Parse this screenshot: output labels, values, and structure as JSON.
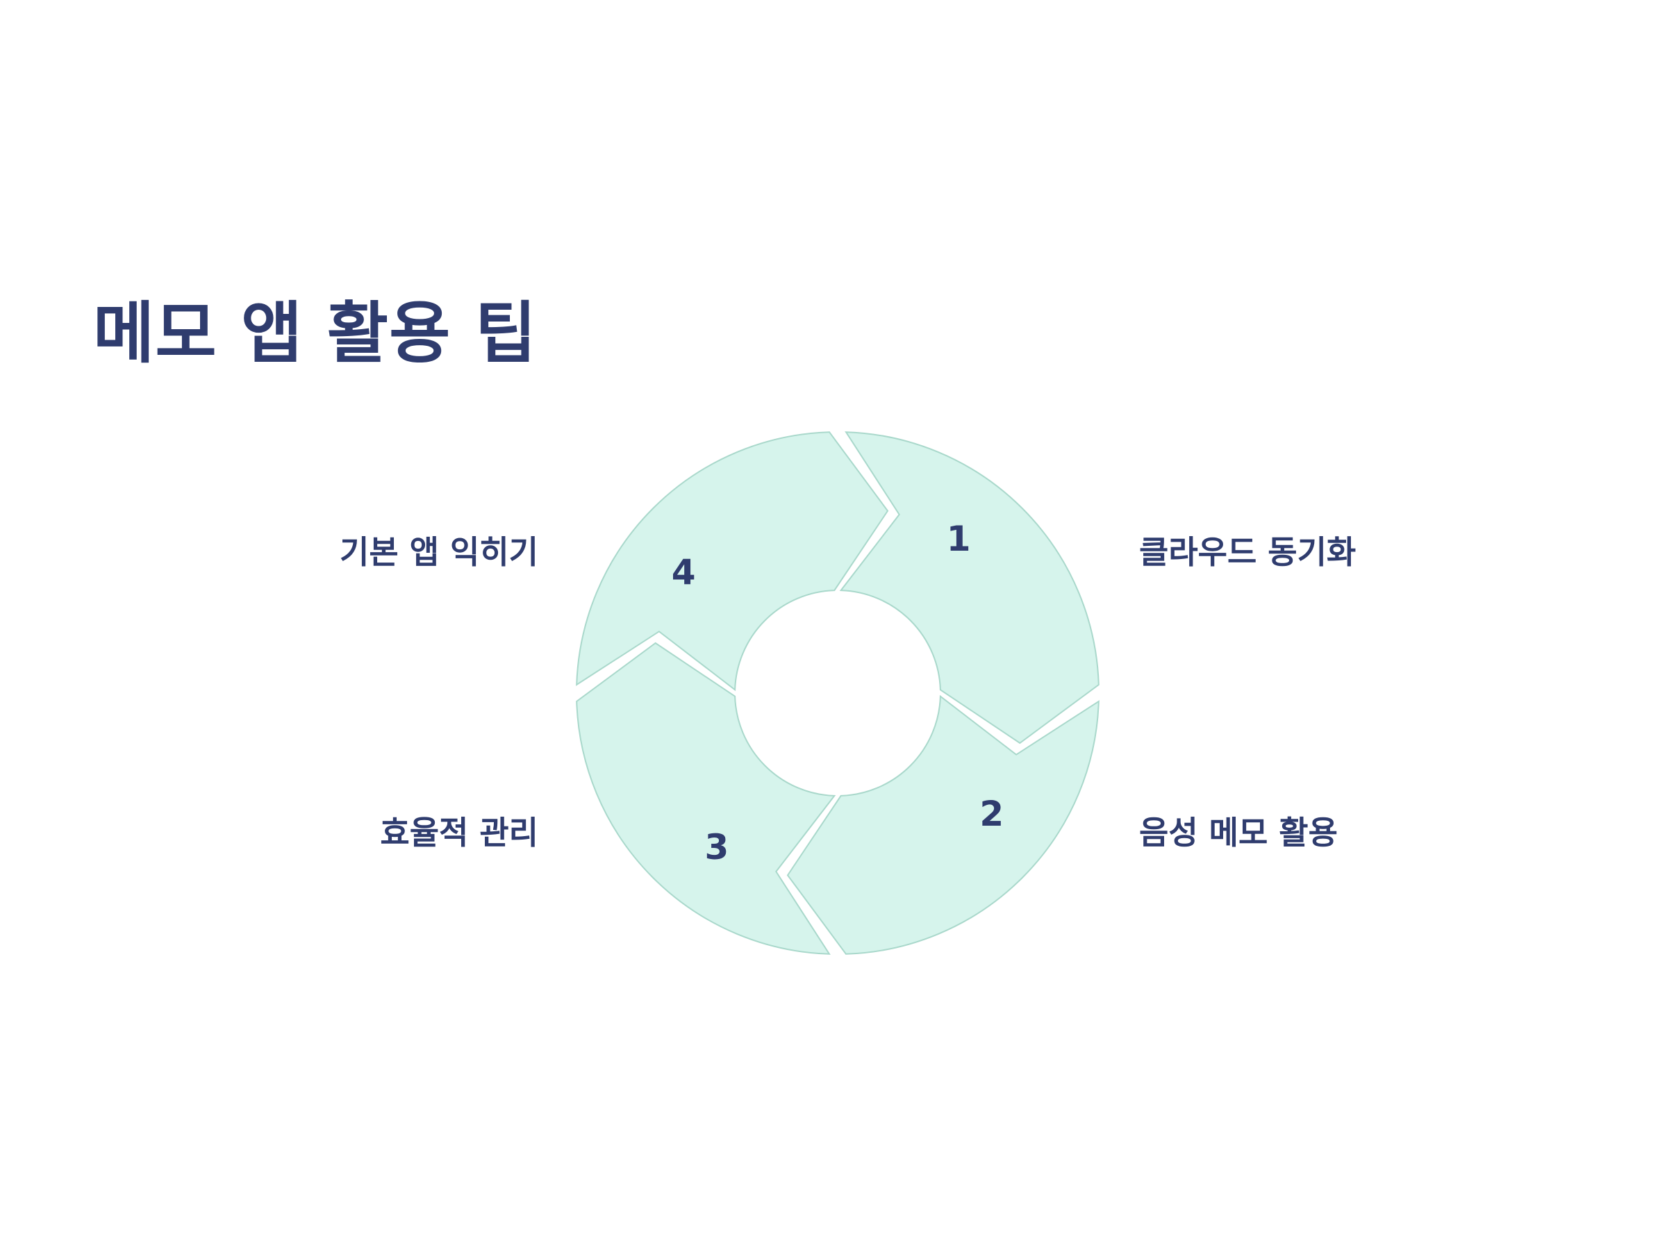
{
  "title": "메모 앱 활용 팁",
  "colors": {
    "segment_fill": "#d6f4ec",
    "segment_stroke": "#a9d8cb",
    "text": "#2f3c6e",
    "background": "#ffffff"
  },
  "steps": [
    {
      "number": "1",
      "label": "기본 앱 익히기"
    },
    {
      "number": "2",
      "label": "클라우드 동기화"
    },
    {
      "number": "3",
      "label": "음성 메모 활용"
    },
    {
      "number": "4",
      "label": "효율적 관리"
    }
  ]
}
